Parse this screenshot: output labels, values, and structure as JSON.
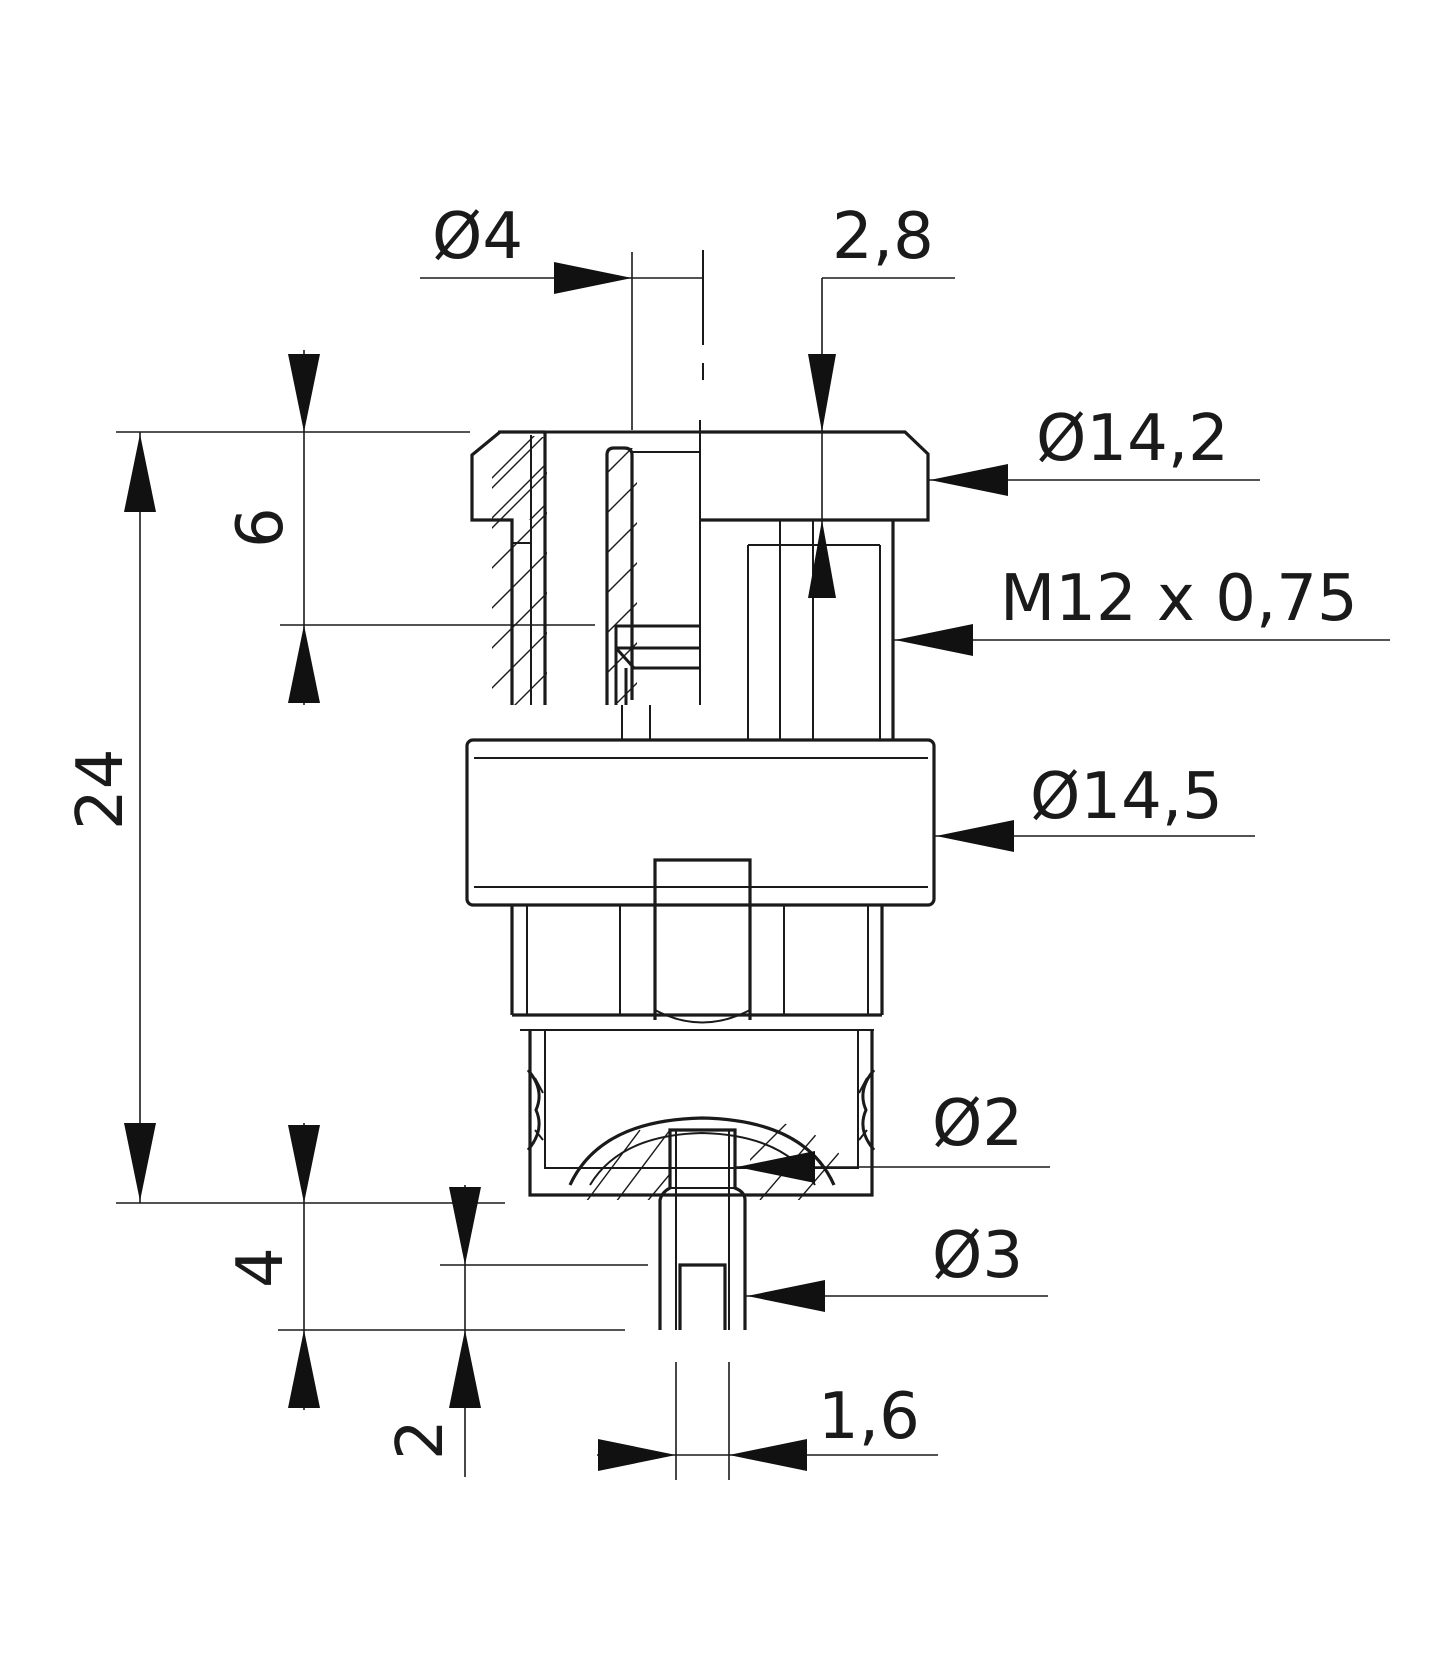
{
  "dimensions": {
    "d4": "Ø4",
    "d2_8": "2,8",
    "d14_2": "Ø14,2",
    "thread": "M12 x 0,75",
    "d14_5": "Ø14,5",
    "d2": "Ø2",
    "d3": "Ø3",
    "d1_6": "1,6",
    "h24": "24",
    "h6": "6",
    "h4": "4",
    "h2": "2"
  }
}
